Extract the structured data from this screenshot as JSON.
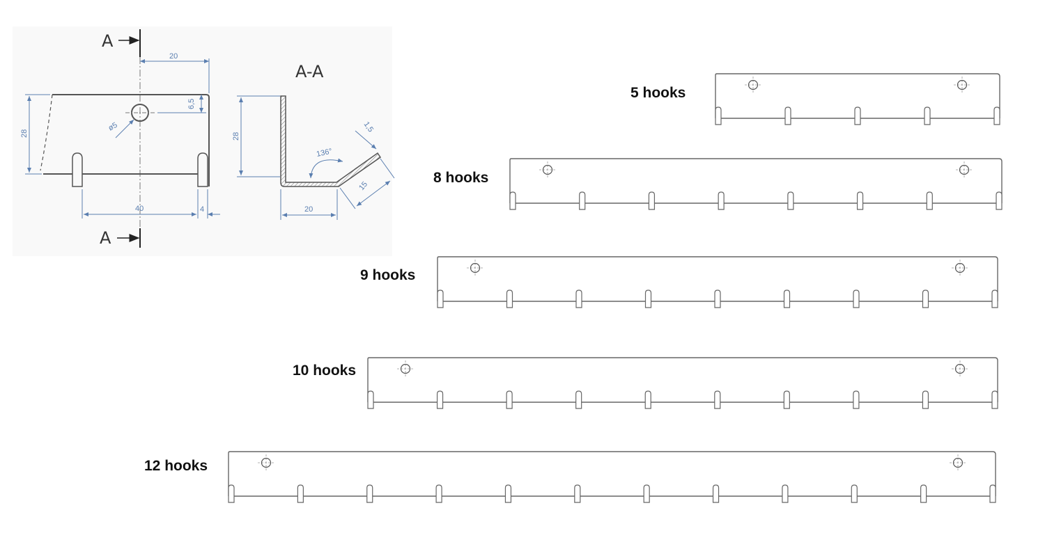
{
  "technical_drawing": {
    "section_marker_top": "A",
    "section_marker_bottom": "A",
    "section_title": "A-A",
    "front_view": {
      "dim_top_width": "20",
      "dim_hole_offset": "6,5",
      "dim_height": "28",
      "dim_hole_diameter": "ø5",
      "dim_hook_spacing": "40",
      "dim_hook_width": "4"
    },
    "section_view": {
      "dim_height": "28",
      "dim_thickness": "1,5",
      "dim_angle": "136°",
      "dim_bent_length": "15",
      "dim_base_length": "20"
    }
  },
  "racks": [
    {
      "label": "5 hooks",
      "hooks": 5
    },
    {
      "label": "8 hooks",
      "hooks": 8
    },
    {
      "label": "9 hooks",
      "hooks": 9
    },
    {
      "label": "10 hooks",
      "hooks": 10
    },
    {
      "label": "12 hooks",
      "hooks": 12
    }
  ],
  "colors": {
    "line": "#555555",
    "dimension": "#5b7fb0",
    "hatch": "#777777"
  }
}
